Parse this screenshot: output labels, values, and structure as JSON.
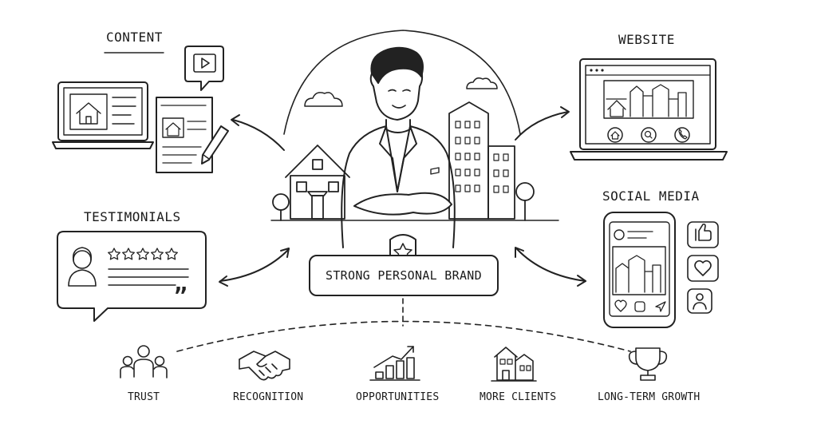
{
  "center": {
    "label": "STRONG PERSONAL BRAND"
  },
  "nodes": {
    "content": "CONTENT",
    "website": "WEBSITE",
    "testimonials": "TESTIMONIALS",
    "social_media": "SOCIAL MEDIA"
  },
  "outcomes": [
    "TRUST",
    "RECOGNITION",
    "OPPORTUNITIES",
    "MORE CLIENTS",
    "LONG-TERM GROWTH"
  ],
  "quote_glyph": "”",
  "icons": {
    "content": [
      "laptop-icon",
      "document-icon",
      "video-play-icon",
      "pencil-icon"
    ],
    "website": [
      "laptop-icon",
      "home-icon",
      "search-icon",
      "phone-icon"
    ],
    "testimonials": [
      "speech-bubble-icon",
      "avatar-icon",
      "star-icon"
    ],
    "social_media": [
      "smartphone-icon",
      "thumbs-up-icon",
      "heart-icon",
      "profile-icon"
    ],
    "outcomes": [
      "people-icon",
      "handshake-icon",
      "growth-chart-icon",
      "house-icon",
      "trophy-icon"
    ]
  }
}
